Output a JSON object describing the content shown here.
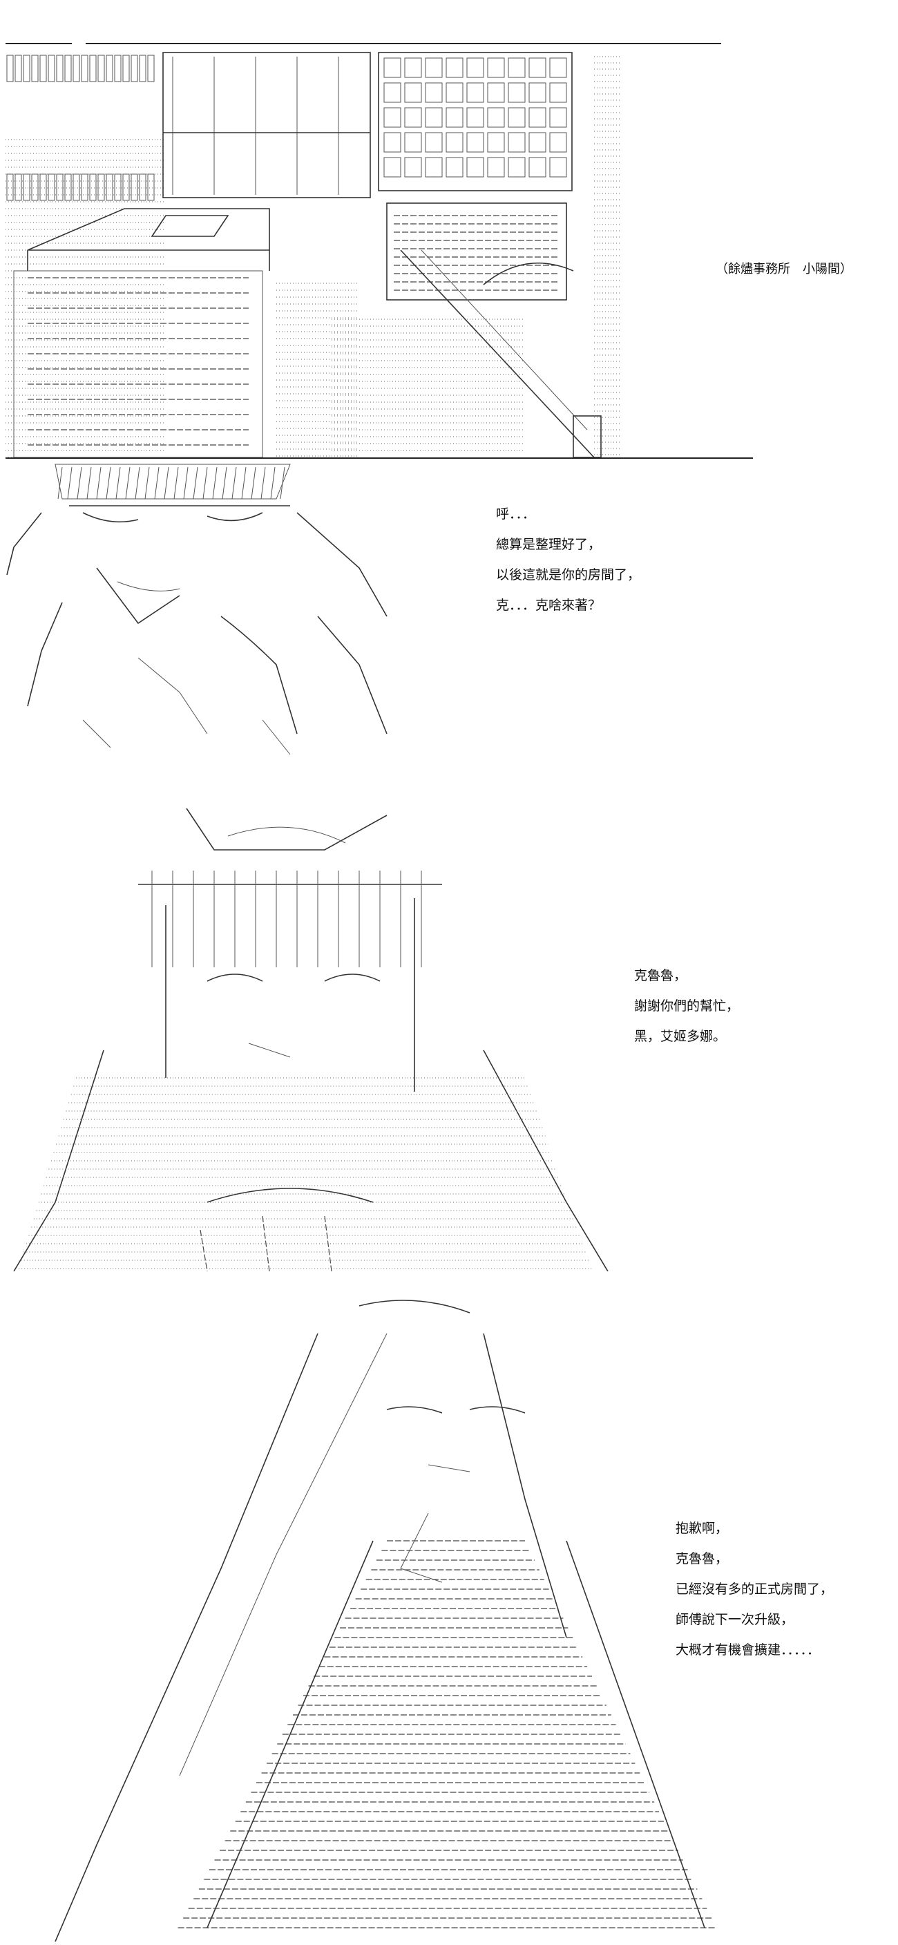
{
  "panel1": {
    "caption": "（餘燼事務所　小陽間）"
  },
  "panel2": {
    "lines": [
      "呼．．．",
      "總算是整理好了，",
      "以後這就是你的房間了，",
      "克．．．克啥來著？"
    ]
  },
  "panel3": {
    "lines": [
      "克魯魯，",
      "謝謝你們的幫忙，",
      "黑，艾姬多娜。"
    ]
  },
  "panel4": {
    "lines": [
      "抱歉啊，",
      "克魯魯，",
      "已經沒有多的正式房間了，",
      "師傅說下一次升級，",
      "大概才有機會擴建．．．．．"
    ]
  }
}
